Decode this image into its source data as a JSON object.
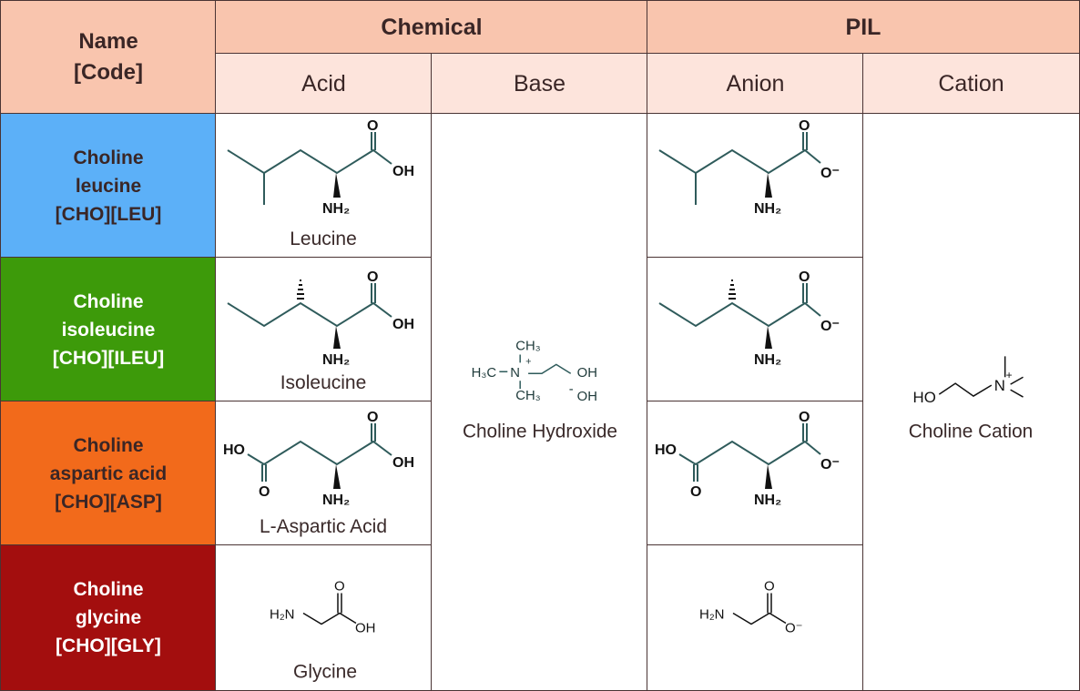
{
  "header": {
    "name_code": [
      "Name",
      "[Code]"
    ],
    "chemical": "Chemical",
    "pil": "PIL",
    "acid": "Acid",
    "base": "Base",
    "anion": "Anion",
    "cation": "Cation"
  },
  "rows": [
    {
      "name": [
        "Choline",
        "leucine",
        "[CHO][LEU]"
      ],
      "color": "#5cb0f8",
      "text_color": "#3a2626",
      "acid_name": "Leucine"
    },
    {
      "name": [
        "Choline",
        "isoleucine",
        "[CHO][ILEU]"
      ],
      "color": "#3d9a0a",
      "text_color": "#ffffff",
      "acid_name": "Isoleucine"
    },
    {
      "name": [
        "Choline",
        "aspartic acid",
        "[CHO][ASP]"
      ],
      "color": "#f26a1b",
      "text_color": "#3a2626",
      "acid_name": "L-Aspartic Acid"
    },
    {
      "name": [
        "Choline",
        "glycine",
        "[CHO][GLY]"
      ],
      "color": "#a30e0e",
      "text_color": "#ffffff",
      "acid_name": "Glycine"
    }
  ],
  "base": {
    "name": "Choline Hydroxide",
    "atoms": {
      "ch3": "CH₃",
      "h3c": "H₃C",
      "n": "N",
      "plus": "+",
      "oh": "OH",
      "minus": "-"
    }
  },
  "cation": {
    "name": "Choline Cation",
    "atoms": {
      "ho": "HO",
      "n": "N",
      "plus": "+"
    }
  },
  "atoms": {
    "o": "O",
    "oh": "OH",
    "nh2": "NH₂",
    "h2n": "H₂N",
    "ho": "HO",
    "ominus": "O⁻"
  }
}
